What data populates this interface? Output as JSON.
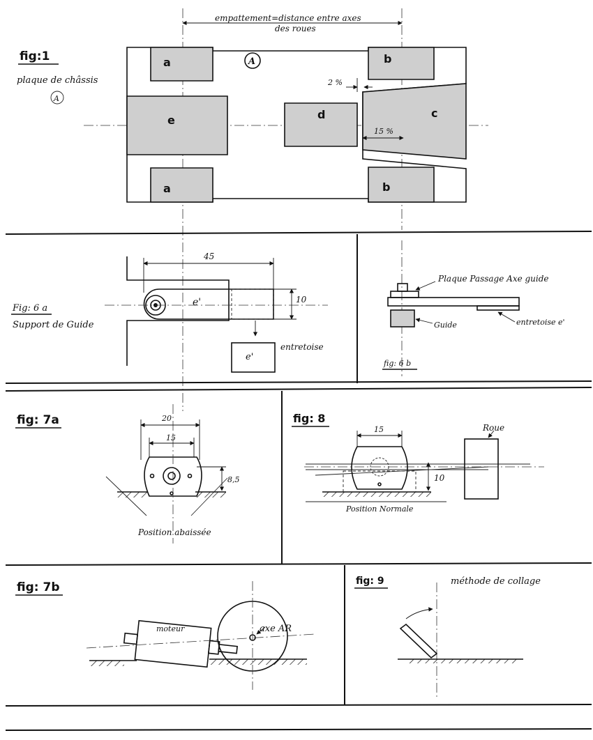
{
  "fig1": {
    "title": "fig:1",
    "subtitle": "plaque de châssis",
    "marker": "A",
    "wheelbase_note_line1": "empattement=distance entre axes",
    "wheelbase_note_line2": "des roues",
    "label_a": "a",
    "label_b": "b",
    "label_c": "c",
    "label_d": "d",
    "label_e": "e",
    "gap_dim": "2 %",
    "taper_dim": "15 %"
  },
  "fig6a": {
    "title": "Fig: 6 a",
    "subtitle": "Support de Guide",
    "dim_length": "45",
    "dim_height": "10",
    "label_e": "e'",
    "spacer_label": "entretoise"
  },
  "fig6b": {
    "title": "fig: 6 b",
    "label_plate": "Plaque Passage Axe guide",
    "label_guide": "Guide",
    "label_spacer": "entretoise e'"
  },
  "fig7a": {
    "title": "fig: 7a",
    "dim_outer": "20",
    "dim_inner": "15",
    "dim_height": "8,5",
    "caption": "Position abaissée"
  },
  "fig8": {
    "title": "fig: 8",
    "dim_width": "15",
    "dim_height": "10",
    "wheel_label": "Roue",
    "caption": "Position Normale"
  },
  "fig7b": {
    "title": "fig: 7b",
    "motor_label": "moteur",
    "axle_label": "axe AR"
  },
  "fig9": {
    "title": "fig: 9",
    "caption": "méthode de collage"
  }
}
